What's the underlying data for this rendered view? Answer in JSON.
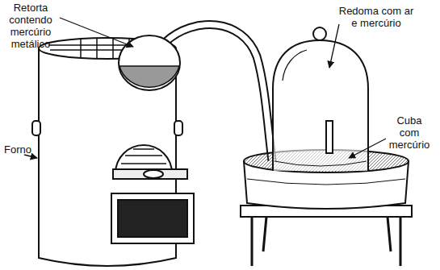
{
  "diagram": {
    "labels": [
      "Retorta contendo mercúrio metálico",
      "Redoma com ar e mercúrio",
      "Cuba com mercúrio",
      "Forno"
    ]
  }
}
